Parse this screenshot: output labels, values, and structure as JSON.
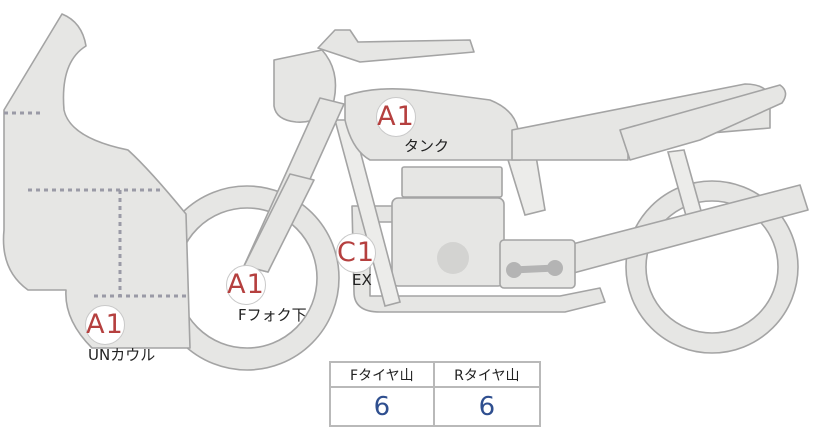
{
  "markers": [
    {
      "code": "A1",
      "label": "タンク"
    },
    {
      "code": "C1",
      "label": "EX"
    },
    {
      "code": "A1",
      "label": "Fフォク下"
    },
    {
      "code": "A1",
      "label": "UNカウル"
    }
  ],
  "tire_table": {
    "headers": [
      "Fタイヤ山",
      "Rタイヤ山"
    ],
    "values": [
      "6",
      "6"
    ]
  }
}
